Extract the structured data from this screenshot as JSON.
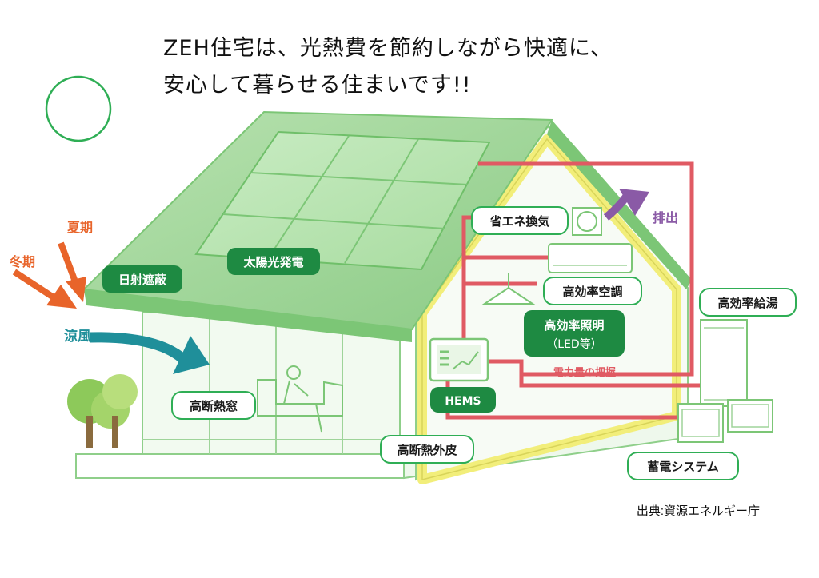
{
  "headline": {
    "line1": "ZEH住宅は、光熱費を節約しながら快適に、",
    "line2": "安心して暮らせる住まいです!!"
  },
  "labels": {
    "summer": "夏期",
    "winter": "冬期",
    "breeze": "涼風",
    "sunshade": "日射遮蔽",
    "solar": "太陽光発電",
    "ventilation": "省エネ換気",
    "exhaust": "排出",
    "aircon": "高効率空調",
    "water_heater": "高効率給湯",
    "lighting_line1": "高効率照明",
    "lighting_line2": "（LED等）",
    "power_monitor": "電力量の把握",
    "hems": "HEMS",
    "windows": "高断熱窓",
    "insulation": "高断熱外皮",
    "battery": "蓄電システム"
  },
  "source": "出典:資源エネルギー庁",
  "colors": {
    "green_dark": "#1e8a42",
    "green_roof": "#9fd49a",
    "wall_yellow": "#f2ee7a",
    "wire_red": "#e05a63",
    "arrow_orange": "#e8642a",
    "arrow_teal": "#1f8f9a",
    "arrow_purple": "#8a5aa6",
    "sun": "#2fae55"
  }
}
